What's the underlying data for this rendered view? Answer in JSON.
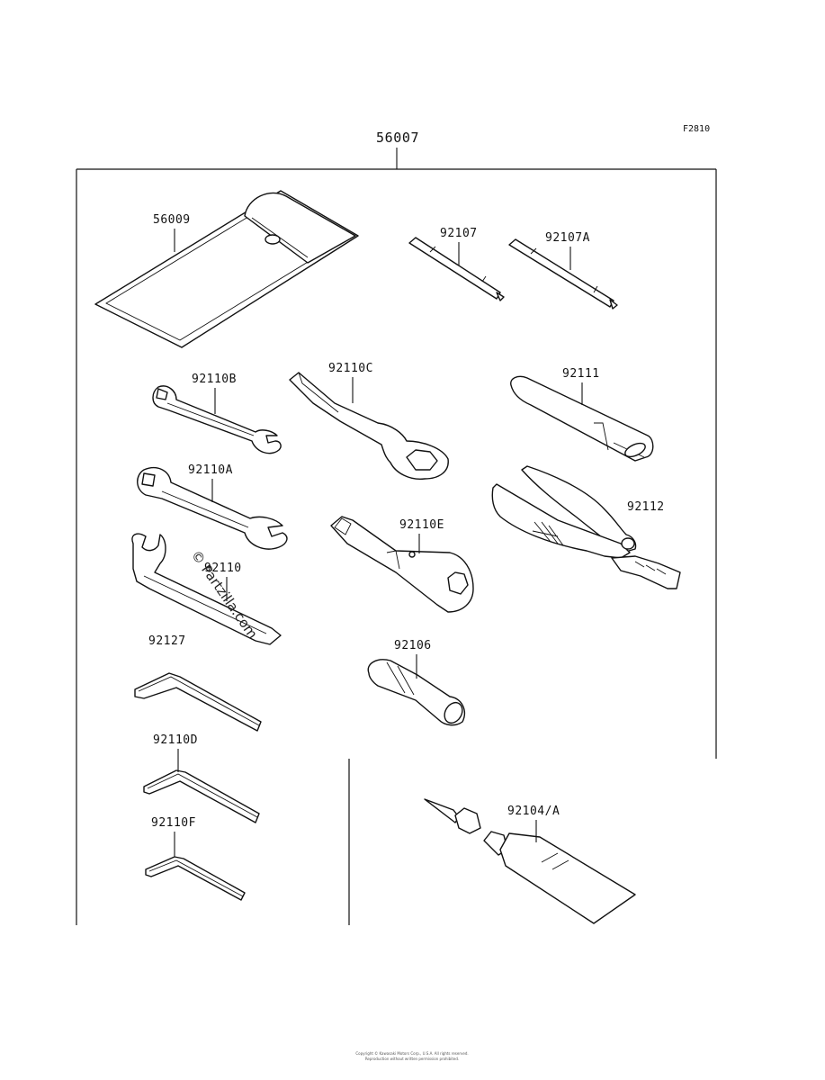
{
  "figure_code": "F2810",
  "parts": {
    "kit": "56007",
    "case": "56009",
    "screwdriver": "92107",
    "screwdriver_alt": "92107A",
    "wrench_b": "92110B",
    "wrench_c": "92110C",
    "handle": "92111",
    "wrench_a": "92110A",
    "wrench_e": "92110E",
    "pliers": "92112",
    "spanner": "92110",
    "hex_wrench_large": "92127",
    "socket": "92106",
    "hex_wrench_d": "92110D",
    "hex_wrench_f": "92110F",
    "grease": "92104/A"
  },
  "watermark": "© Partzilla.com",
  "footer": {
    "line1": "Copyright © Kawasaki Motors Corp., U.S.A. All rights reserved.",
    "line2": "Reproduction without written permission prohibited."
  }
}
